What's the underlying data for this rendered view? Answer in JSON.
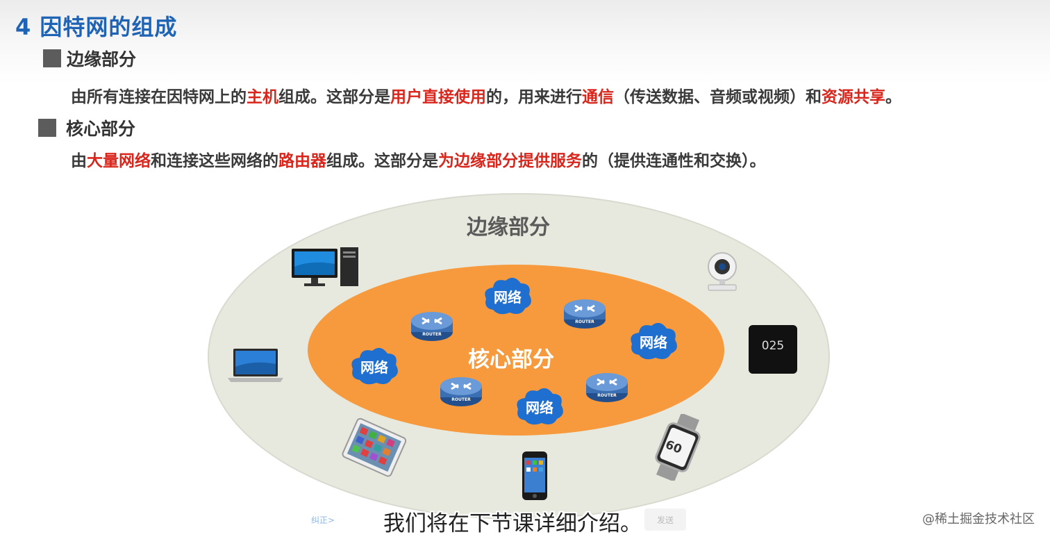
{
  "slide": {
    "title": "4 因特网的组成",
    "edge_section": {
      "heading": "边缘部分",
      "text": [
        {
          "t": "由所有连接在因特网上的",
          "hl": false
        },
        {
          "t": "主机",
          "hl": true
        },
        {
          "t": "组成。这部分是",
          "hl": false
        },
        {
          "t": "用户直接使用",
          "hl": true
        },
        {
          "t": "的，用来进行",
          "hl": false
        },
        {
          "t": "通信",
          "hl": true
        },
        {
          "t": "（传送数据、音频或视频）和",
          "hl": false
        },
        {
          "t": "资源共享",
          "hl": true
        },
        {
          "t": "。",
          "hl": false
        }
      ]
    },
    "core_section": {
      "heading": "核心部分",
      "text": [
        {
          "t": "由",
          "hl": false
        },
        {
          "t": "大量网络",
          "hl": true
        },
        {
          "t": "和连接这些网络的",
          "hl": false
        },
        {
          "t": "路由器",
          "hl": true
        },
        {
          "t": "组成。这部分是",
          "hl": false
        },
        {
          "t": "为边缘部分提供服务",
          "hl": true
        },
        {
          "t": "的（提供连通性和交换）。",
          "hl": false
        }
      ]
    },
    "diagram": {
      "edge_label": "边缘部分",
      "core_label": "核心部分",
      "cloud_label": "网络",
      "router_label": "ROUTER",
      "watch_display": "60",
      "clock_display": "025",
      "devices": [
        "desktop-computer-icon",
        "webcam-icon",
        "laptop-icon",
        "smart-clock-icon",
        "tablet-icon",
        "smartphone-icon",
        "smartwatch-icon"
      ]
    },
    "colors": {
      "title": "#1f63b4",
      "highlight": "#d9261c",
      "core": "#f69a3d",
      "edge": "#e7e9de",
      "cloud": "#1f6fd1"
    }
  },
  "video": {
    "subtitle": "我们将在下节课详细介绍。",
    "left_control": "纠正>",
    "right_control": "发送"
  },
  "watermark": "@稀土掘金技术社区"
}
